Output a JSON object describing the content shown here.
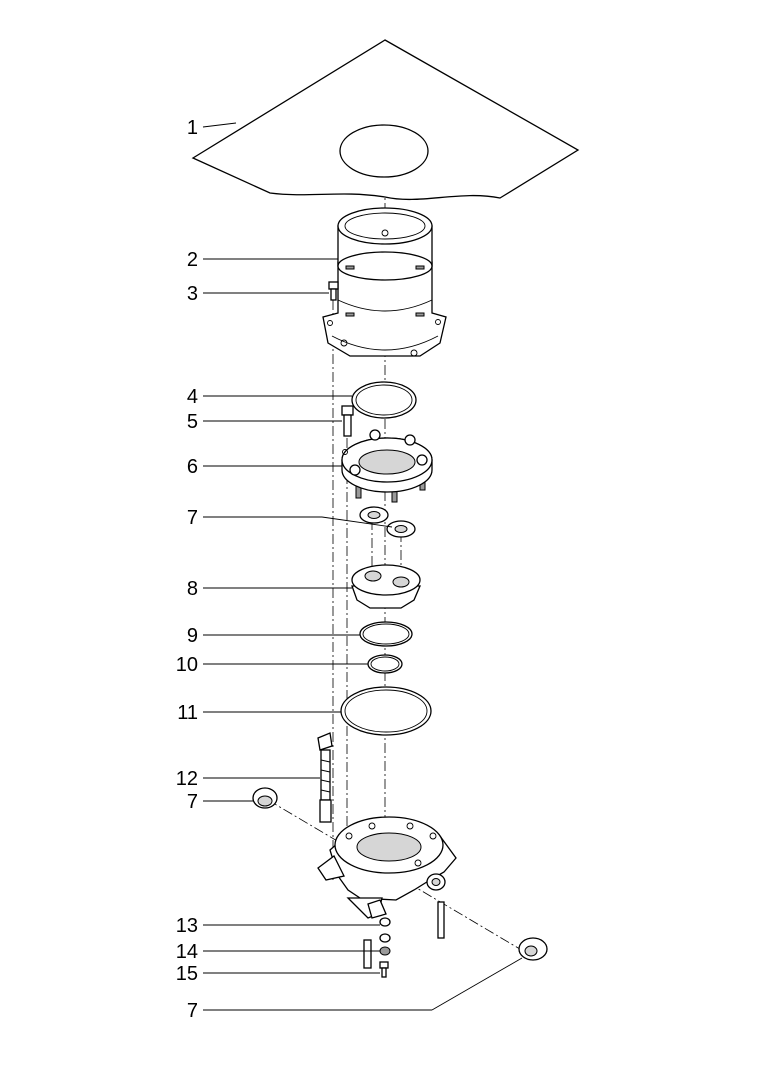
{
  "callouts": [
    {
      "id": "c1",
      "text": "1"
    },
    {
      "id": "c2",
      "text": "2"
    },
    {
      "id": "c3",
      "text": "3"
    },
    {
      "id": "c4",
      "text": "4"
    },
    {
      "id": "c5",
      "text": "5"
    },
    {
      "id": "c6",
      "text": "6"
    },
    {
      "id": "c7a",
      "text": "7"
    },
    {
      "id": "c8",
      "text": "8"
    },
    {
      "id": "c9",
      "text": "9"
    },
    {
      "id": "c10",
      "text": "10"
    },
    {
      "id": "c11",
      "text": "11"
    },
    {
      "id": "c12",
      "text": "12"
    },
    {
      "id": "c7b",
      "text": "7"
    },
    {
      "id": "c13",
      "text": "13"
    },
    {
      "id": "c14",
      "text": "14"
    },
    {
      "id": "c15",
      "text": "15"
    },
    {
      "id": "c7c",
      "text": "7"
    }
  ]
}
